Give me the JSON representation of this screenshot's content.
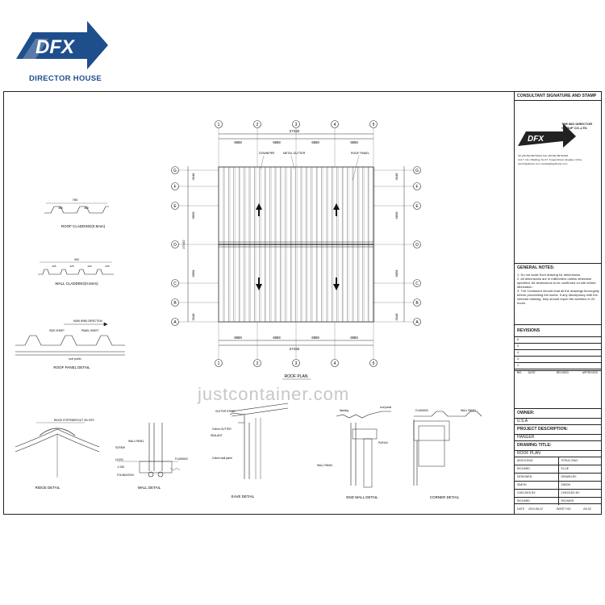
{
  "brand": {
    "logo_letters": "DFX",
    "name": "DIRECTOR HOUSE"
  },
  "plan": {
    "grid_cols": [
      "1",
      "2",
      "3",
      "4",
      "5"
    ],
    "grid_rows": [
      "A",
      "B",
      "C",
      "D",
      "E",
      "F",
      "G"
    ],
    "bay_dims": [
      "6858",
      "6858",
      "6858",
      "6858"
    ],
    "total_dim": "27432",
    "side_dims": [
      "3048",
      "6858",
      "6858",
      "3048"
    ],
    "side_total": "27432",
    "labels": {
      "downpipe": "DOWNPIPE",
      "gutter": "METAL GUTTER",
      "roof_panel": "ROOF PANEL"
    },
    "title": "ROOF PLAN"
  },
  "details": {
    "roof_cladding": {
      "title": "ROOF CLADDING(0.5mm)",
      "dims": [
        "760",
        "380",
        "380"
      ]
    },
    "wall_cladding": {
      "title": "WALL CLADDING(0.5mm)",
      "dims": [
        "900",
        "225",
        "225",
        "225",
        "225"
      ]
    },
    "roof_panel": {
      "title": "ROOF PANEL DETAIL",
      "notes": [
        "MAIN WIND DIRECTION",
        "SIDE SHEET",
        "PANEL SHEET",
        "roof purlin"
      ]
    },
    "ridge": {
      "title": "RIDGE DETAIL",
      "note": "RIDGE STIFFENER/CUT ON SITE"
    },
    "wall": {
      "title": "WALL DETAIL",
      "notes": [
        "WALL PANEL",
        "SCREW",
        "FOUNDATION",
        "±0.000",
        "-0.150",
        "FLASHING"
      ]
    },
    "eave": {
      "title": "EAVE DETAIL",
      "notes": [
        "GUTTER STRAP",
        "0.5mm GUTTER",
        "SEALANT",
        "0.5mm wall panel"
      ]
    },
    "end_wall": {
      "title": "END WALL DETAIL",
      "notes": [
        "flashing",
        "roof panel",
        "PURLIN",
        "WALL PANEL"
      ]
    },
    "corner": {
      "title": "CORNER DETAIL",
      "notes": [
        "FLASHING",
        "WALL PANEL"
      ]
    }
  },
  "watermark": "justcontainer.com",
  "titleblock": {
    "consultant": "CONSULTANT SIGNATURE AND STAMP",
    "company_logo": "DFX",
    "company_name": "THE BIG DIRECTOR GROUP CO.,LTD.",
    "company_address": "Tel:+86-532-86710621  Fax:+86-532-86710620",
    "company_address2": "Unit 7, No.1 Building, No.97, Tongan Road, Qingdao, China",
    "company_web": "www.bigdirector.com    contact@bigdirector.com",
    "general_notes_title": "GENERAL NOTES:",
    "general_notes": [
      "1. Do not scale from drawing for dimensions.",
      "2. All dimensions are in millimeters unless otherwise specified. All dimensions to be confirmed on site before fabrication.",
      "3. The Contractor should read all the drawings thoroughly before proceeding the works. If any discrepancy with the relevant drawing, they should report the architect in 24 hours."
    ],
    "revisions_title": "REVISIONS",
    "revision_nums": [
      "6",
      "5",
      "4",
      "3",
      "2",
      "1"
    ],
    "revision_headers": [
      "NO.",
      "DATE",
      "REVISED",
      "APPROVED"
    ],
    "owner_label": "OWNER:",
    "owner": "U.S.A",
    "project_label": "PROJECT DESCRIPTION:",
    "project": "HANGER",
    "drawing_label": "DRAWING TITLE:",
    "drawing_title": "ROOF PLAN",
    "roles": [
      {
        "left": "ARCHI.ENG.",
        "right": "STRUC.ENG."
      },
      {
        "left": "RICHARD",
        "right": "ELLIE"
      },
      {
        "left": "DESIGNED:",
        "right": "DRAWN BY:"
      },
      {
        "left": "SIMON",
        "right": "SIMON"
      },
      {
        "left": "CHECKED BY:",
        "right": "CHECKED BY:"
      },
      {
        "left": "RICHARD",
        "right": "RICHARD"
      }
    ],
    "footer": {
      "date_label": "DATE",
      "date": "2019-08-22",
      "sheet_label": "SHEET NO.",
      "sheet": "AS-02"
    }
  }
}
